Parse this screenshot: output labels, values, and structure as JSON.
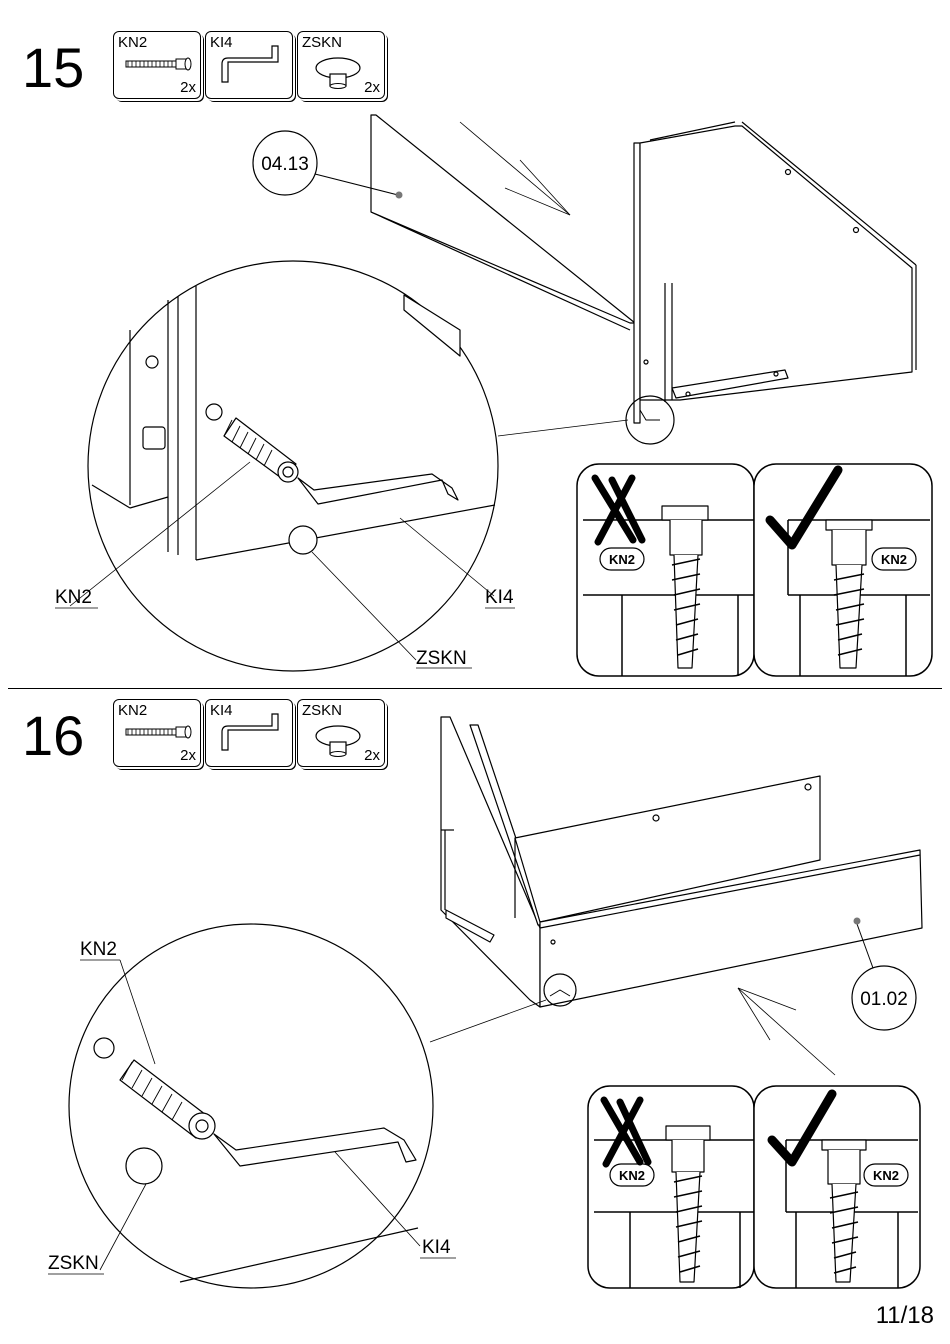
{
  "steps": [
    {
      "number": "15",
      "parts": [
        {
          "code": "KN2",
          "qty": "2x",
          "icon": "screw-icon"
        },
        {
          "code": "KI4",
          "qty": "",
          "icon": "hex-key-icon"
        },
        {
          "code": "ZSKN",
          "qty": "2x",
          "icon": "cap-icon"
        }
      ],
      "panel_ref": "04.13",
      "callouts": {
        "screw": "KN2",
        "key": "KI4",
        "cap": "ZSKN"
      },
      "check_tags": {
        "wrong": "KN2",
        "right": "KN2"
      }
    },
    {
      "number": "16",
      "parts": [
        {
          "code": "KN2",
          "qty": "2x",
          "icon": "screw-icon"
        },
        {
          "code": "KI4",
          "qty": "",
          "icon": "hex-key-icon"
        },
        {
          "code": "ZSKN",
          "qty": "2x",
          "icon": "cap-icon"
        }
      ],
      "panel_ref": "01.02",
      "callouts": {
        "screw": "KN2",
        "key": "KI4",
        "cap": "ZSKN"
      },
      "check_tags": {
        "wrong": "KN2",
        "right": "KN2"
      }
    }
  ],
  "page_number": "11/18"
}
